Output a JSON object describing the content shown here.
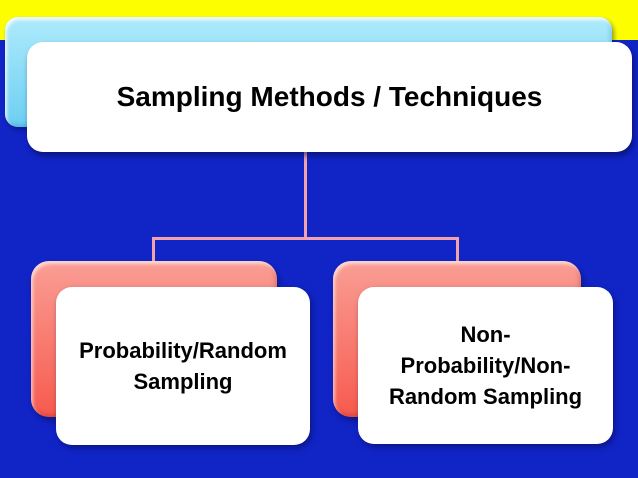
{
  "diagram": {
    "title": "Sampling Methods / Techniques",
    "nodes": [
      {
        "label": "Probability/Random\nSampling"
      },
      {
        "label": "Non-\nProbability/Non-\nRandom Sampling"
      }
    ]
  },
  "colors": {
    "background": "#1124C6",
    "top_band": "#FDFF01",
    "title_back_top": "#AEEAFB",
    "title_back_bottom": "#6CCFF2",
    "node_back_top": "#F99E95",
    "node_back_bottom": "#F75A4E",
    "connector": "#F2A2AC",
    "card": "#FFFFFF",
    "text": "#000000"
  }
}
